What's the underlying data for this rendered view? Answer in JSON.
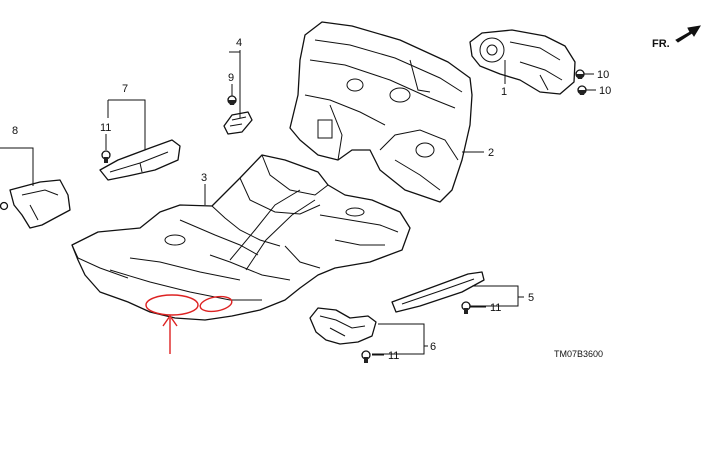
{
  "diagram": {
    "direction_label": "FR.",
    "figure_code": "TM07B3600",
    "callouts": {
      "c1": "1",
      "c2": "2",
      "c3": "3",
      "c4": "4",
      "c5": "5",
      "c6": "6",
      "c7": "7",
      "c8": "8",
      "c9": "9",
      "c10a": "10",
      "c10b": "10",
      "c11_p7": "11",
      "c11_p5": "11",
      "c11_p6": "11"
    },
    "colors": {
      "line": "#111111",
      "annotation": "#dd2222"
    }
  }
}
